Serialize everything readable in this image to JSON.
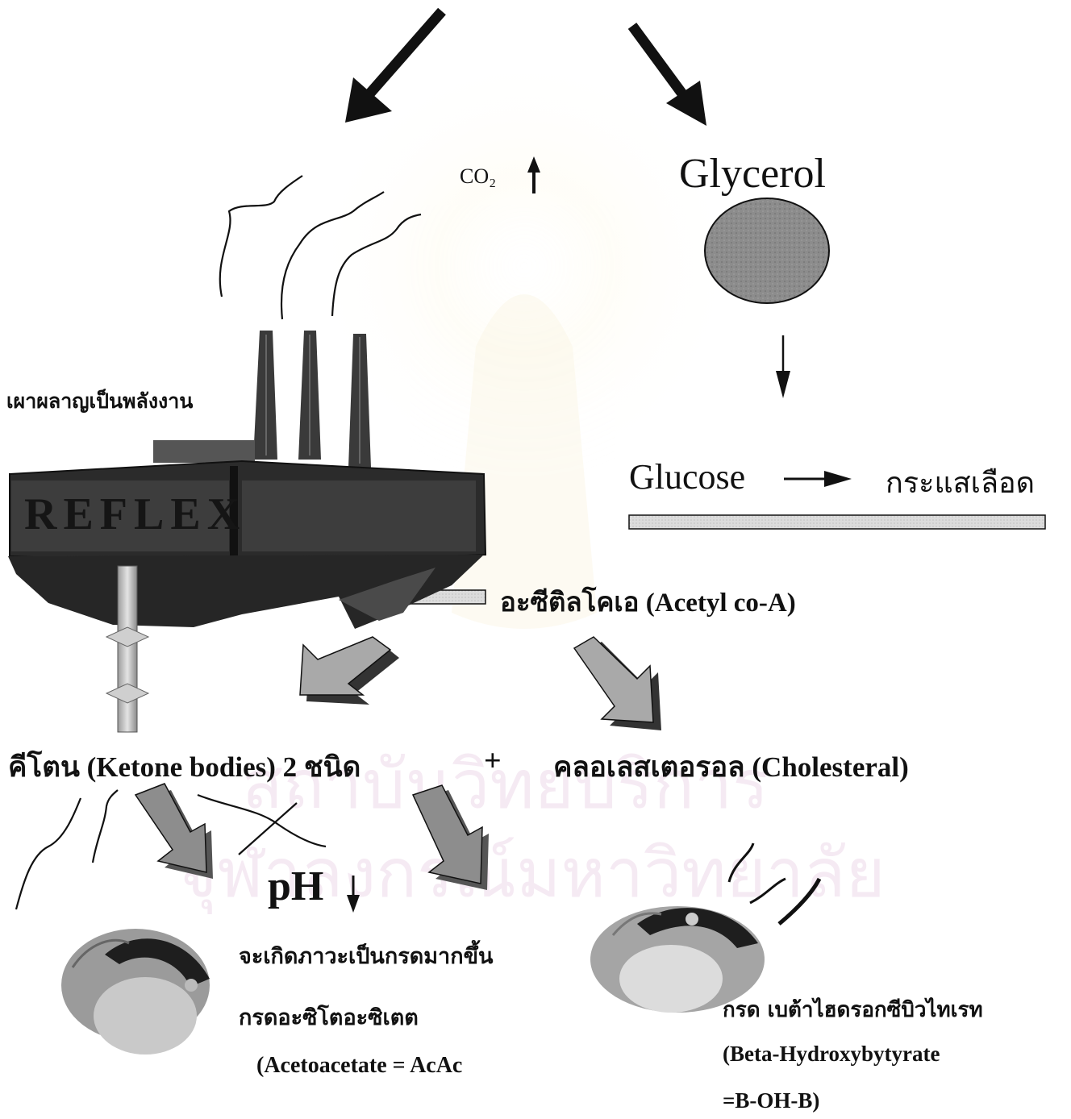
{
  "labels": {
    "co2": "CO₂",
    "glycerol": "Glycerol",
    "burn_energy": "เผาผลาญเป็นพลังงาน",
    "glucose": "Glucose",
    "bloodstream": "กระแสเลือด",
    "acetyl": "อะซีติลโคเอ (Acetyl co-A)",
    "ketone": "คีโตน (Ketone bodies) 2 ชนิด",
    "plus": "+",
    "cholesterol": "คลอเลสเตอรอล (Cholesteral)",
    "ph": "pH",
    "acidosis": "จะเกิดภาวะเป็นกรดมากขึ้น",
    "acetoacetic": "กรดอะซิโตอะซิเตต",
    "acetoacetate": "(Acetoacetate = AcAc",
    "bhb_thai": "กรด เบต้าไฮดรอกซีบิวไทเรท",
    "bhb_en": "(Beta-Hydroxybytyrate",
    "bhb_abbr": "=B-OH-B)"
  },
  "factory_sign": "REFLEX",
  "watermark": {
    "line1": "สถาบันวิทยบริการ",
    "line2": "จุฬาลงกรณ์มหาวิทยาลัย"
  },
  "colors": {
    "ink": "#111111",
    "arrow_fill": "#a9a9a9",
    "arrow_shadow": "#333333",
    "glycerol_fill": "#8a8a8a",
    "bar_fill": "#d8d8d8",
    "watermark": "#e8a8e0"
  }
}
